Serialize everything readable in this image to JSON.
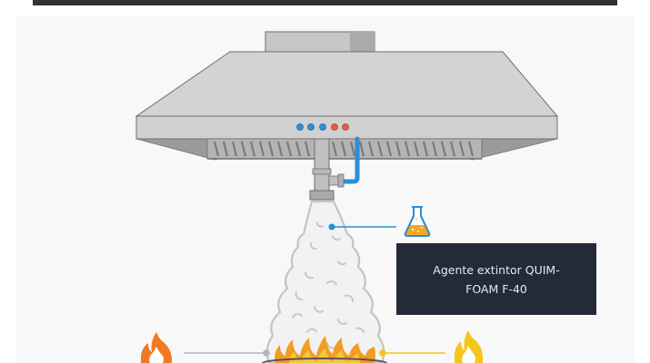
{
  "diagram": {
    "subject": "kitchen-hood-fire-suppression",
    "agent_label": {
      "line1": "Agente extintor QUIM-",
      "line2": "FOAM F-40"
    },
    "indicator_lights": [
      "#2a8fd6",
      "#2a8fd6",
      "#2a8fd6",
      "#e0603a",
      "#e0603a"
    ],
    "colors": {
      "hood": "#c9c9c9",
      "hood_edge": "#6e6e6e",
      "pipe_blue": "#2a8fd6",
      "label_bg": "#232b39",
      "flame_orange": "#f08a24",
      "flame_yellow": "#f5c518",
      "foam": "#f1f1f1",
      "connector_gray": "#b5b5b5",
      "connector_yellow": "#f5c518",
      "top_bar": "#333333"
    },
    "icons": {
      "flask": "flask-icon",
      "fire_left": "fire-icon-orange",
      "fire_right": "fire-icon-yellow"
    }
  }
}
